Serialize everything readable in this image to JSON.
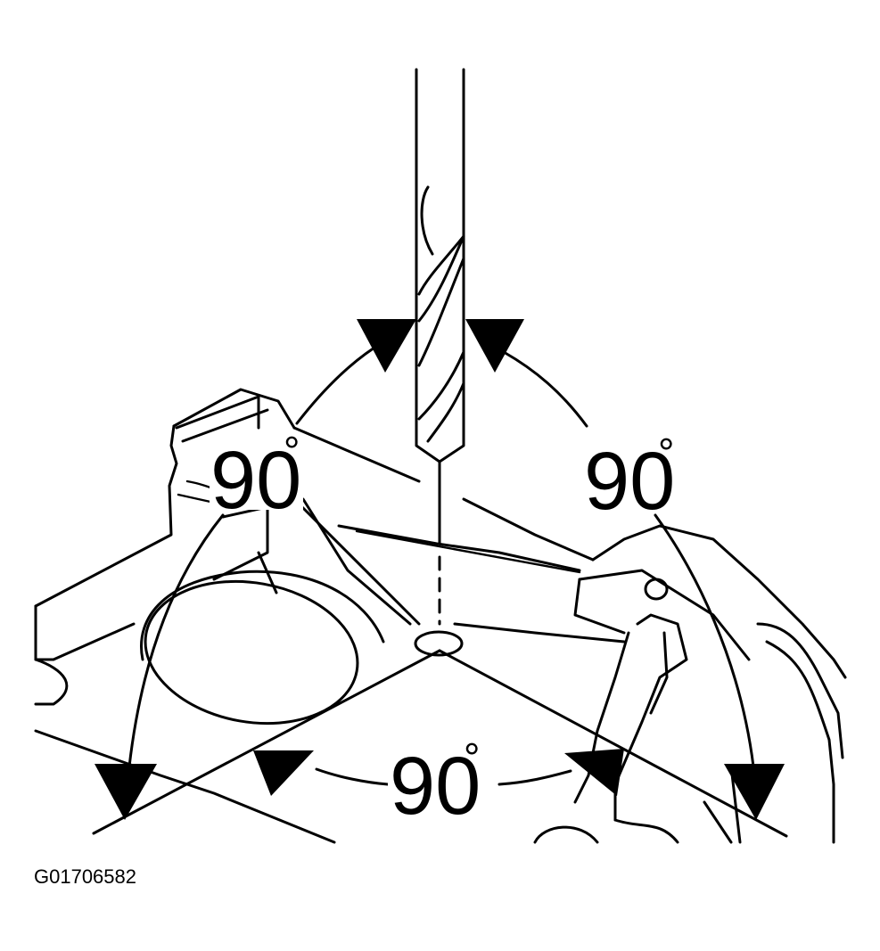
{
  "labels": {
    "angle_top_left": "90",
    "angle_top_right": "90",
    "angle_bottom": "90",
    "degree_symbol": "°"
  },
  "figure_id": "G01706582",
  "colors": {
    "ink": "#000000",
    "background": "#ffffff"
  }
}
